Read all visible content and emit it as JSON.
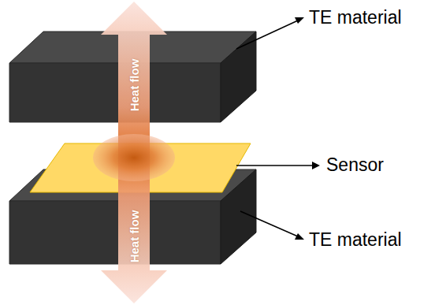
{
  "diagram": {
    "labels": [
      "Heat flow",
      "Heat flow",
      "TE material",
      "Sensor",
      "TE material"
    ]
  }
}
